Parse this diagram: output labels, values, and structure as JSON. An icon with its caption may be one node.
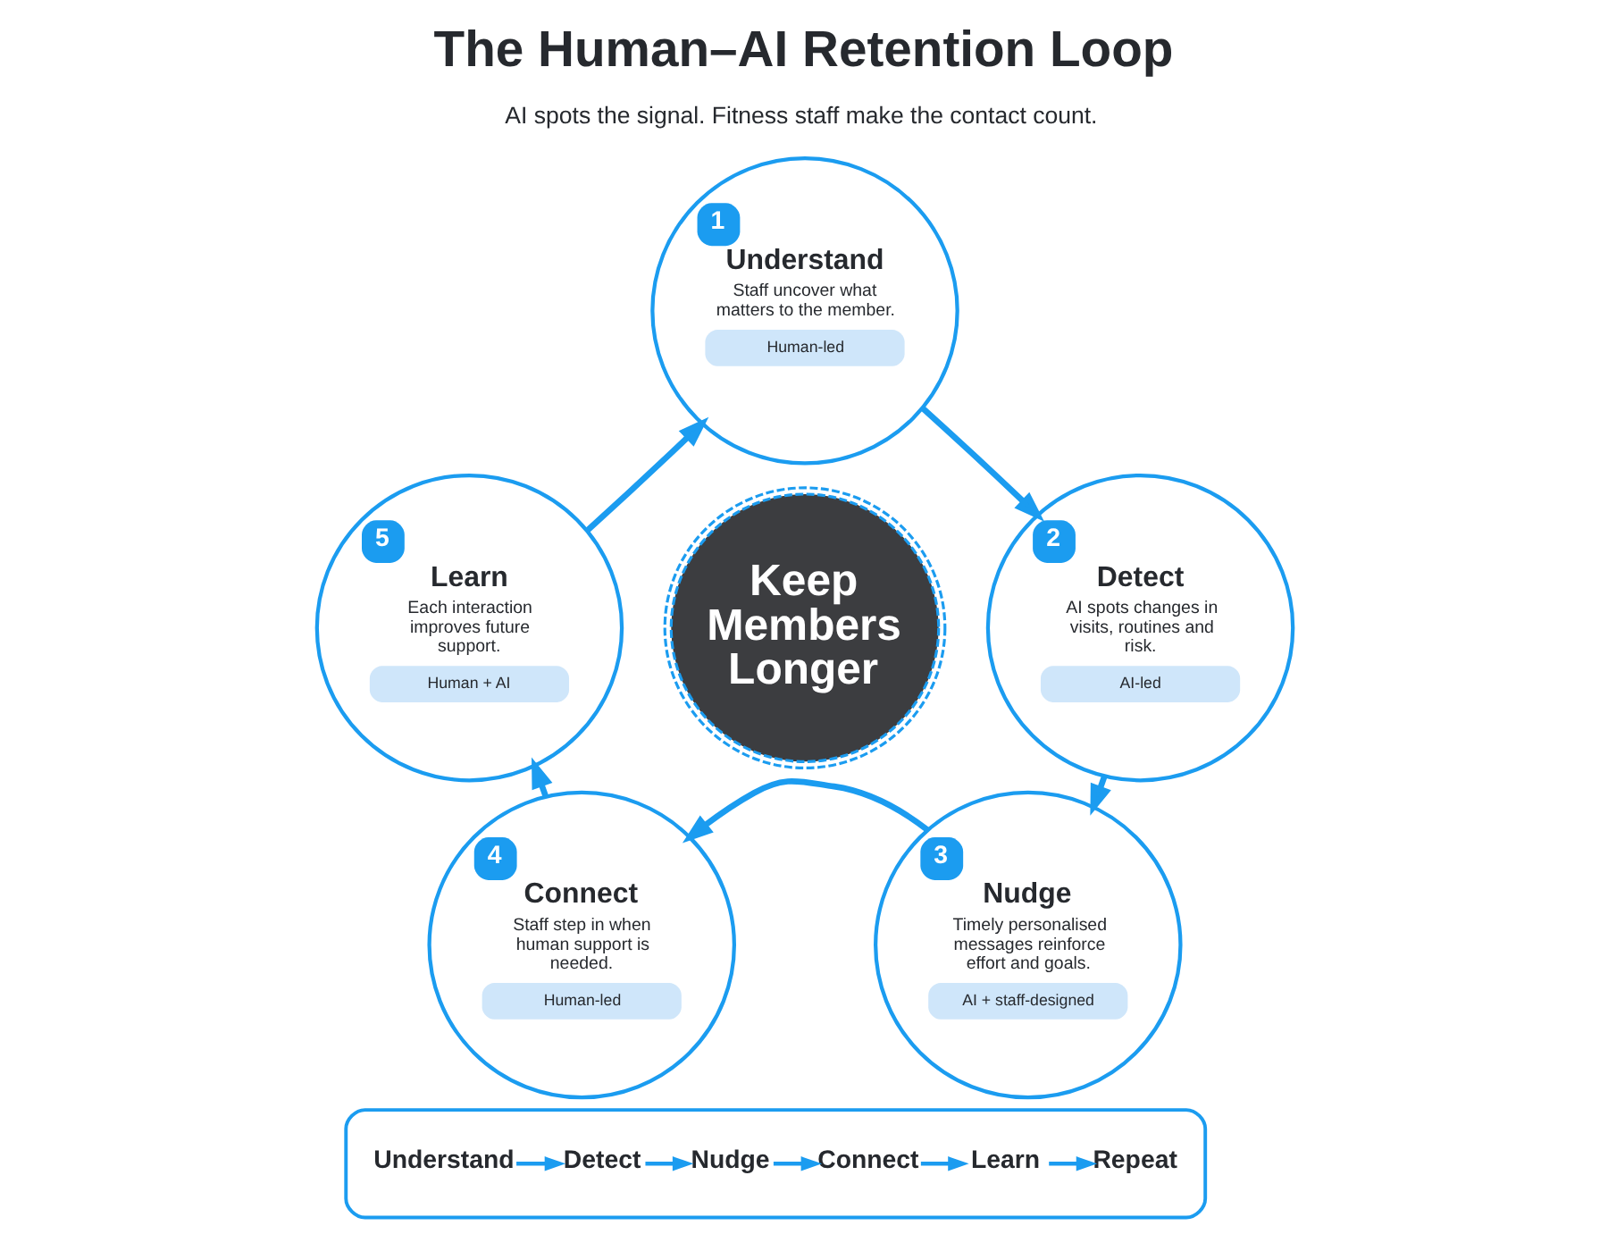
{
  "diagram": {
    "title": "The Human–AI Retention Loop",
    "nodes": [
      {
        "text": [
          "1",
          "Understand",
          "Staff uncover what matters to the member.",
          "Human-led"
        ]
      },
      {
        "text": [
          "2",
          "Detect",
          "AI spots changes in visits, routines and risk.",
          "AI-led"
        ]
      },
      {
        "text": [
          "3",
          "Nudge",
          "Timely personalised messages reinforce effort and goals.",
          "AI + staff-designed"
        ]
      },
      {
        "text": [
          "4",
          "Connect",
          "Staff step in when human support is needed.",
          "Human-led"
        ]
      },
      {
        "text": [
          "5",
          "Learn",
          "Each interaction improves future support.",
          "Human + AI"
        ]
      },
      {
        "text": [
          "Keep Members Longer"
        ]
      },
      {
        "text": [],
        "shape": "box"
      },
      {
        "text": [
          "Understand"
        ],
        "in": 6
      },
      {
        "text": [
          "Detect"
        ],
        "in": 6
      },
      {
        "text": [
          "Nudge"
        ],
        "in": 6
      },
      {
        "text": [
          "Connect"
        ],
        "in": 6
      },
      {
        "text": [
          "Learn"
        ],
        "in": 6
      },
      {
        "text": [
          "Repeat"
        ],
        "in": 6
      }
    ],
    "edges": [
      {
        "from": 0,
        "to": 1,
        "arrow": "to"
      },
      {
        "from": 1,
        "to": 2,
        "arrow": "to"
      },
      {
        "from": 2,
        "to": 3,
        "arrow": "to"
      },
      {
        "from": 3,
        "to": 4,
        "arrow": "to"
      },
      {
        "from": 4,
        "to": 0,
        "arrow": "to"
      },
      {
        "from": 7,
        "to": 8,
        "arrow": "to"
      },
      {
        "from": 8,
        "to": 9,
        "arrow": "to"
      },
      {
        "from": 9,
        "to": 10,
        "arrow": "to"
      },
      {
        "from": 10,
        "to": 11,
        "arrow": "to"
      },
      {
        "from": 11,
        "to": 12,
        "arrow": "to"
      }
    ],
    "labels": [
      "AI spots the signal. Fitness staff make the contact count."
    ]
  }
}
